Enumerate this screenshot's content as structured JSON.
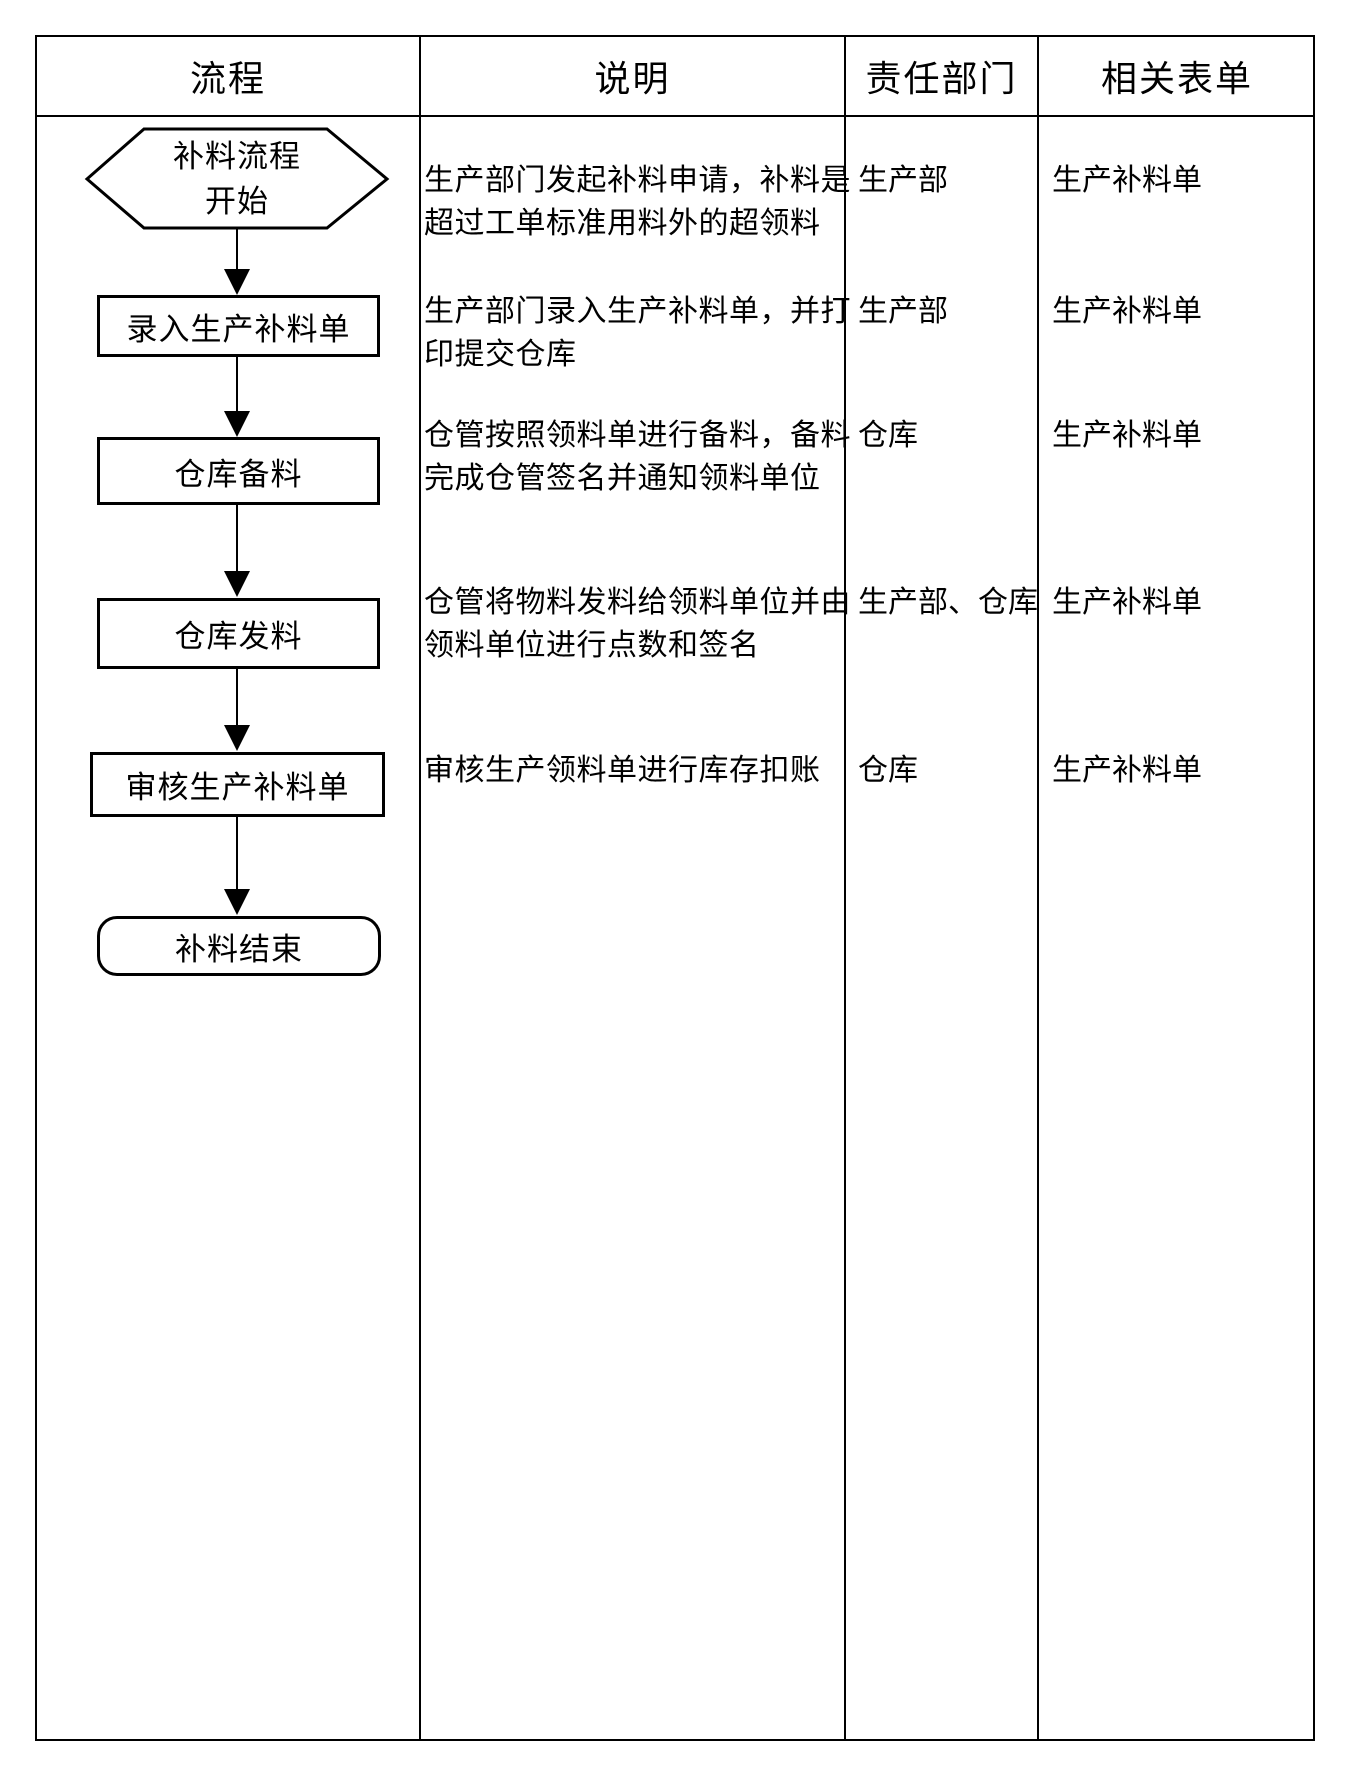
{
  "document": {
    "colors": {
      "ink": "#000000",
      "background": "#ffffff"
    },
    "headers": {
      "process": "流程",
      "description": "说明",
      "department": "责任部门",
      "forms": "相关表单"
    },
    "flowchart": {
      "start_line1": "补料流程",
      "start_line2": "开始",
      "step1": "录入生产补料单",
      "step2": "仓库备料",
      "step3": "仓库发料",
      "step4": "审核生产补料单",
      "end": "补料结束"
    },
    "rows": [
      {
        "description": "生产部门发起补料申请，补料是\n超过工单标准用料外的超领料",
        "department": "生产部",
        "form": "生产补料单"
      },
      {
        "description": "生产部门录入生产补料单，并打\n印提交仓库",
        "department": "生产部",
        "form": "生产补料单"
      },
      {
        "description": "仓管按照领料单进行备料，备料\n完成仓管签名并通知领料单位",
        "department": "仓库",
        "form": "生产补料单"
      },
      {
        "description": "仓管将物料发料给领料单位并由\n领料单位进行点数和签名",
        "department": "生产部、仓库",
        "form": "生产补料单"
      },
      {
        "description": "审核生产领料单进行库存扣账",
        "department": "仓库",
        "form": "生产补料单"
      }
    ]
  }
}
